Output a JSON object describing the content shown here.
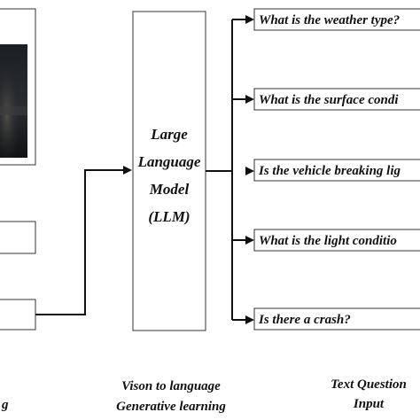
{
  "llm_box": {
    "lines": [
      "Large",
      "Language",
      "Model",
      "(LLM)"
    ]
  },
  "questions": [
    "What is the weather type?",
    "What is the surface condi",
    "Is the vehicle breaking lig",
    "What is the light conditio",
    "Is there a crash?"
  ],
  "captions": {
    "left_partial": "g",
    "middle": [
      "Vison to language",
      "Generative learning"
    ],
    "right": [
      "Text Question",
      "Input"
    ]
  },
  "colors": {
    "stroke": "#111111",
    "text": "#111111",
    "background": "#ffffff"
  }
}
